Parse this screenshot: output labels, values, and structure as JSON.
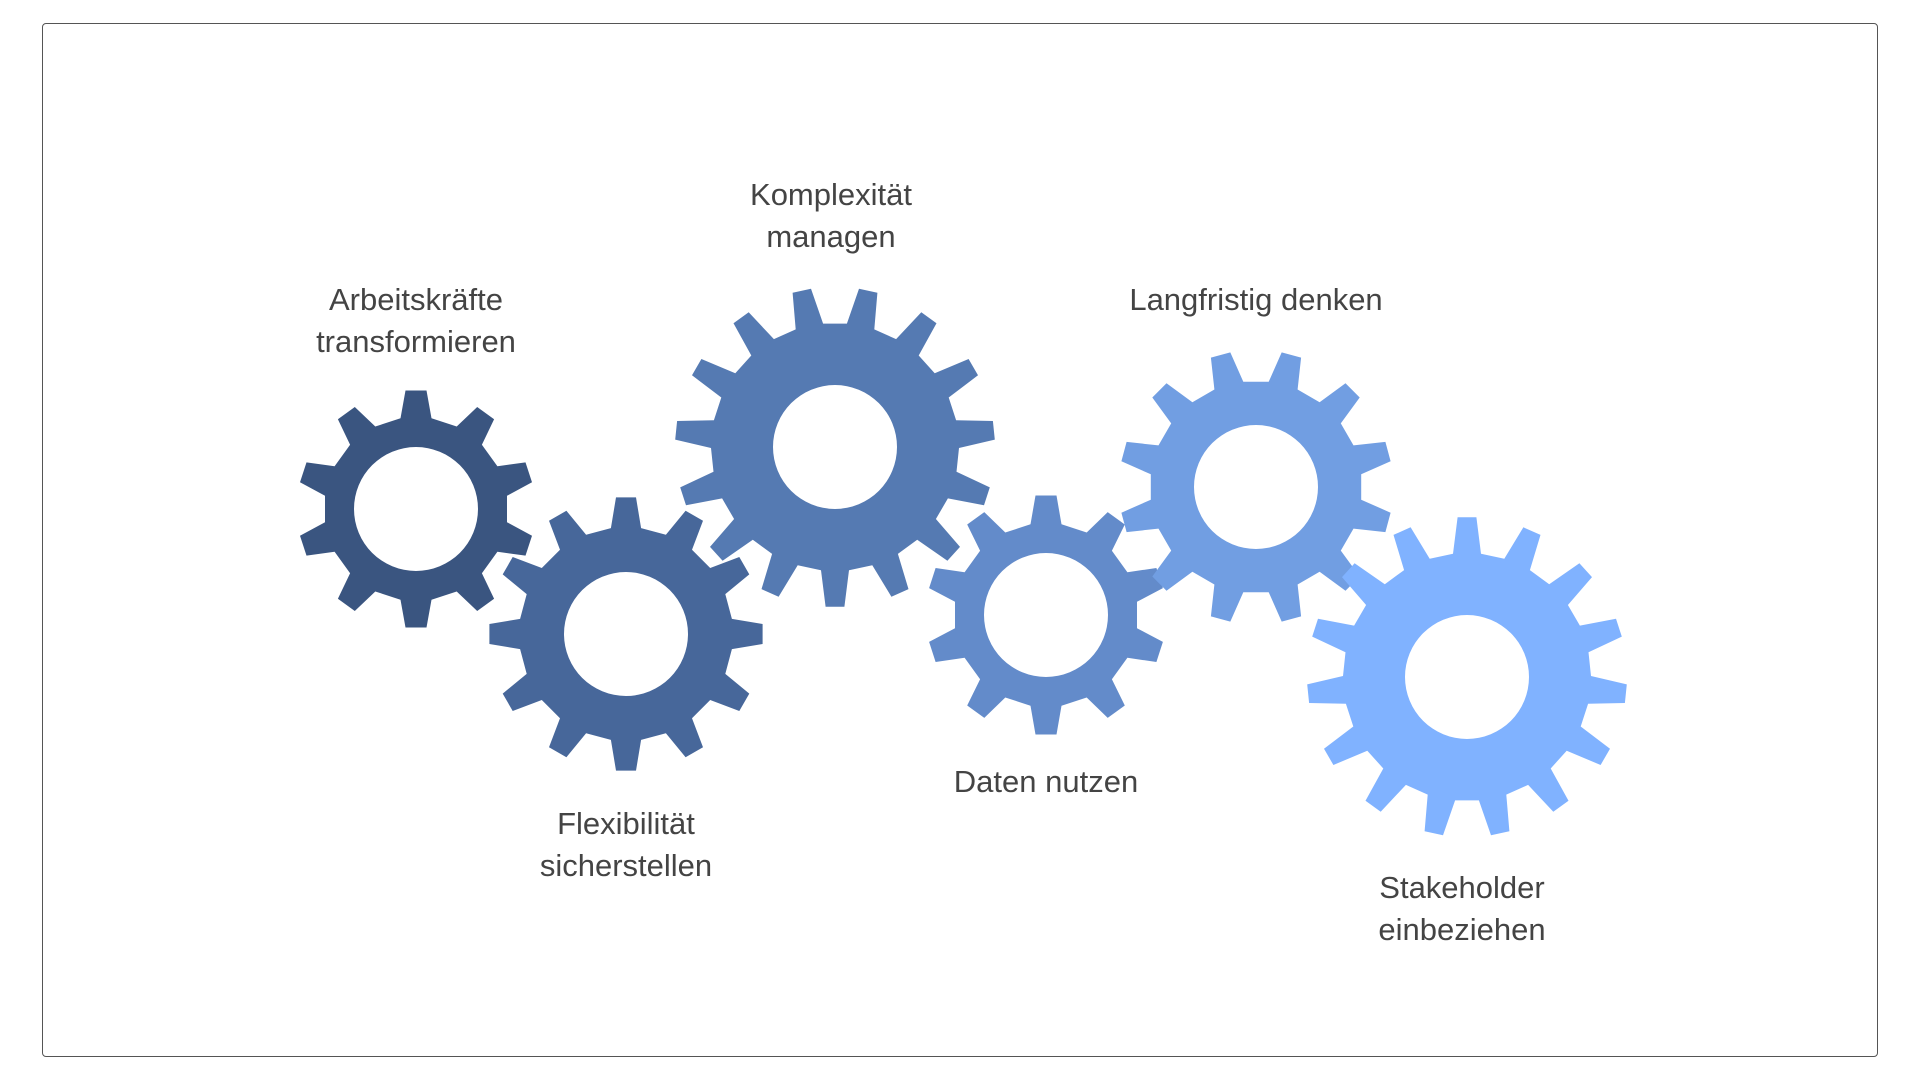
{
  "labels": {
    "arbeitskraefte": [
      "Arbeitskräfte",
      "transformieren"
    ],
    "flexibilitaet": [
      "Flexibilität",
      "sicherstellen"
    ],
    "komplexitaet": [
      "Komplexität",
      "managen"
    ],
    "daten": [
      "Daten nutzen"
    ],
    "langfristig": [
      "Langfristig denken"
    ],
    "stakeholder": [
      "Stakeholder",
      "einbeziehen"
    ]
  },
  "colors": {
    "gear1": "#3A5580",
    "gear2": "#47679A",
    "gear3": "#557AB2",
    "gear4": "#638BCA",
    "gear5": "#719EE2",
    "gear6": "#80B2FF",
    "text": "#444444"
  }
}
